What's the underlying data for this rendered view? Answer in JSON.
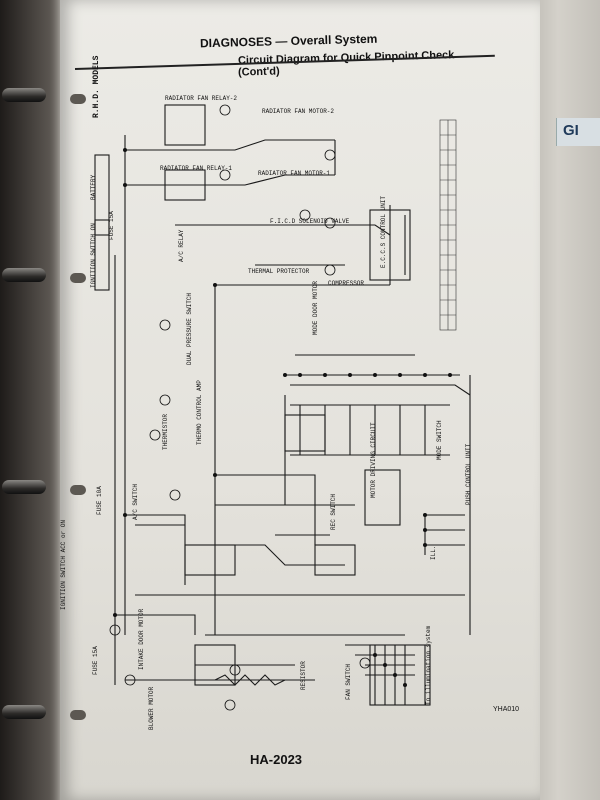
{
  "header": {
    "title": "DIAGNOSES — Overall System",
    "subtitle1": "Circuit Diagram for Quick Pinpoint Check",
    "subtitle2": "(Cont'd)"
  },
  "tab": {
    "label": "GI"
  },
  "diagram": {
    "models": "R.H.D. MODELS",
    "labels": {
      "rad_fan_relay2": "RADIATOR FAN RELAY-2",
      "rad_fan_motor2": "RADIATOR FAN MOTOR-2",
      "rad_fan_relay1": "RADIATOR FAN RELAY-1",
      "rad_fan_motor1": "RADIATOR FAN MOTOR-1",
      "battery": "BATTERY",
      "ign_switch_on": "IGNITION SWITCH ON",
      "fuse_15a": "FUSE 15A",
      "ac_relay": "A/C RELAY",
      "ficd": "F.I.C.D SOLENOID VALVE",
      "thermal": "THERMAL PROTECTOR",
      "compressor": "COMPRESSOR",
      "eccs": "E.C.C.S CONTROL UNIT",
      "dual_pressure": "DUAL PRESSURE SWITCH",
      "mode_door": "MODE DOOR MOTOR",
      "thermistor": "THERMISTOR",
      "thermo_amp": "THERMO CONTROL AMP",
      "push_control": "PUSH CONTROL UNIT",
      "motor_driving": "MOTOR DRIVING CIRCUIT",
      "rec_switch": "REC SWITCH",
      "mode_switch": "MODE SWITCH",
      "ac_switch": "A/C SWITCH",
      "fuse_10a": "FUSE 10A",
      "ill": "ILL.",
      "ign_acc": "IGNITION SWITCH ACC or ON",
      "intake_door": "INTAKE DOOR MOTOR",
      "resistor": "RESISTOR",
      "fan_switch": "FAN SWITCH",
      "blower": "BLOWER MOTOR",
      "to_illum": "To illumination system",
      "fuse_15a_b": "FUSE 15A"
    }
  },
  "footer": {
    "page": "HA-2023",
    "code": "YHA010"
  }
}
